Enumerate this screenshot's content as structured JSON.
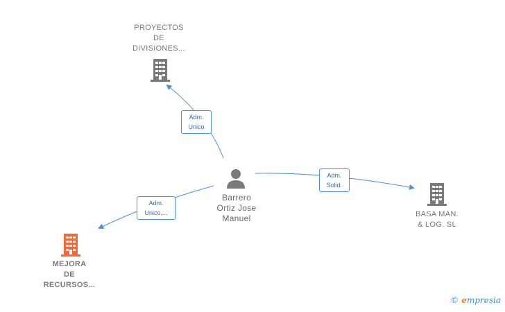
{
  "nodes": {
    "proyectos": {
      "label": "PROYECTOS\nDE\nDIVISIONES..."
    },
    "mejora": {
      "label": "MEJORA\nDE\nRECURSOS..."
    },
    "basa": {
      "label": "BASA MAN.\n& LOG.  SL"
    },
    "person": {
      "label": "Barrero\nOrtiz Jose\nManuel"
    }
  },
  "edges": {
    "proyectos": {
      "label": "Adm.\nUnico"
    },
    "mejora": {
      "label": "Adm.\nUnico,..."
    },
    "basa": {
      "label": "Adm.\nSolid."
    }
  },
  "colors": {
    "company": "#7a7a7a",
    "highlight": "#f26a3c",
    "edge": "#4a90d9"
  },
  "footer": {
    "copyright": "©",
    "brand_e": "e",
    "brand_rest": "mpresia"
  }
}
